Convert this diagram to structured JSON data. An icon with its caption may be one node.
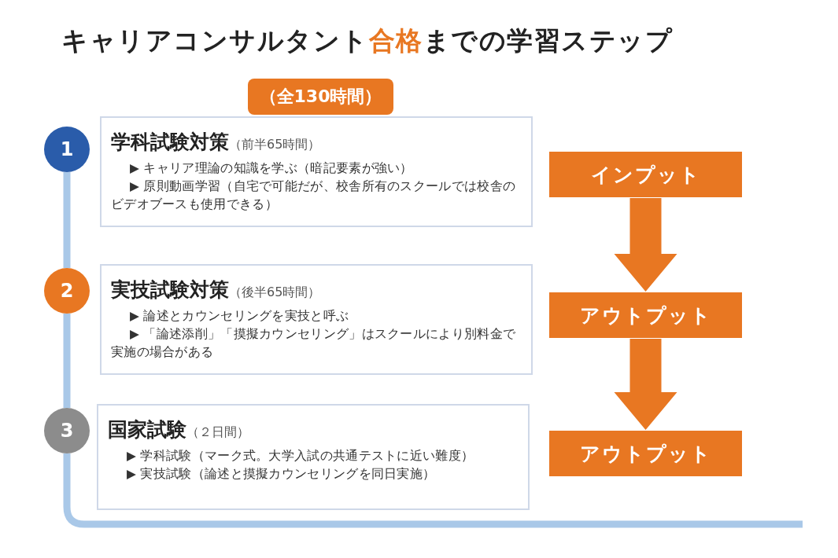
{
  "diagram": {
    "title": "キャリアコンサルタント**合格**までの学習ステップ",
    "nodes": [
      {
        "text": [
          "（全130時間）"
        ]
      },
      {
        "text": [
          "1"
        ]
      },
      {
        "text": [
          "学科試験対策",
          "（前半65時間）",
          "▶ キャリア理論の知識を学ぶ（暗記要素が強い）",
          "▶ 原則動画学習（自宅で可能だが、校舎所有のスクールでは校舎のビデオブースも使用できる）"
        ]
      },
      {
        "text": [
          "インプット"
        ]
      },
      {
        "text": [
          "2"
        ]
      },
      {
        "text": [
          "実技試験対策",
          "（後半65時間）",
          "▶ 論述とカウンセリングを実技と呼ぶ",
          "▶ 「論述添削」「摸擬カウンセリング」はスクールにより別料金で実施の場合がある"
        ]
      },
      {
        "text": [
          "アウトプット"
        ]
      },
      {
        "text": [
          "3"
        ]
      },
      {
        "text": [
          "国家試験",
          "（２日間）",
          "▶ 学科試験（マーク式。大学入試の共通テストに近い難度）",
          "▶ 実技試験（論述と摸擬カウンセリングを同日実施）"
        ]
      },
      {
        "text": [
          "アウトプット"
        ]
      }
    ],
    "edges": [
      {
        "from": 1,
        "to": 4,
        "arrow": "none"
      },
      {
        "from": 4,
        "to": 7,
        "arrow": "none"
      },
      {
        "from": 7,
        "to": null,
        "arrow": "none"
      },
      {
        "from": 3,
        "to": 6,
        "arrow": "to",
        "style": "thick",
        "color": "#e87722"
      },
      {
        "from": 6,
        "to": 9,
        "arrow": "to",
        "style": "thick",
        "color": "#e87722"
      }
    ]
  }
}
